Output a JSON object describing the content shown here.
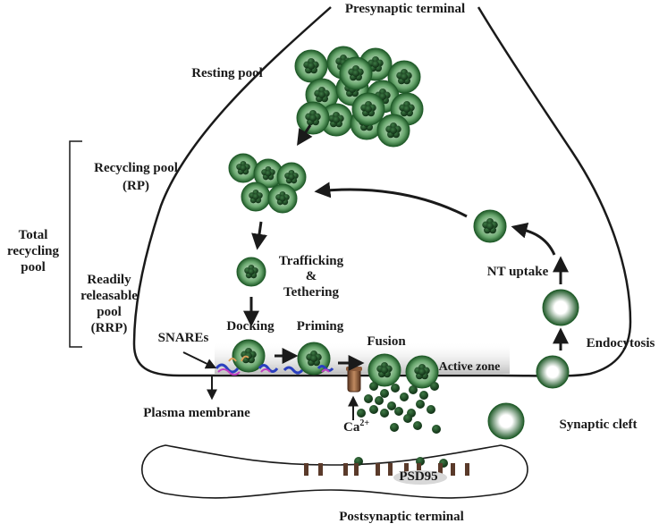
{
  "labels": {
    "presynaptic_terminal": "Presynaptic terminal",
    "resting_pool": "Resting pool",
    "recycling_pool_line1": "Recycling pool",
    "recycling_pool_line2": "(RP)",
    "total_line1": "Total",
    "total_line2": "recycling",
    "total_line3": "pool",
    "rrp_line1": "Readily",
    "rrp_line2": "releasable",
    "rrp_line3": "pool",
    "rrp_line4": "(RRP)",
    "trafficking": "Trafficking",
    "ampersand": "&",
    "tethering": "Tethering",
    "docking": "Docking",
    "priming": "Priming",
    "fusion": "Fusion",
    "active_zone": "Active zone",
    "snares": "SNAREs",
    "plasma_membrane": "Plasma membrane",
    "calcium": "Ca",
    "calcium_charge": "2+",
    "nt_uptake": "NT uptake",
    "endocytosis": "Endocytosis",
    "synaptic_cleft": "Synaptic cleft",
    "psd95": "PSD95",
    "postsynaptic_terminal": "Postsynaptic terminal"
  },
  "colors": {
    "vesicle_outer": "#2f7a3a",
    "vesicle_inner": "#e8f3e6",
    "neurotransmitter": "#1d4a24",
    "membrane": "#1a1a1a",
    "snare_blue": "#2a3fbf",
    "snare_magenta": "#c23fc2",
    "snare_orange": "#d9a15a",
    "channel_brown": "#8a5a3a",
    "receptor_brown": "#5a3a2a"
  }
}
